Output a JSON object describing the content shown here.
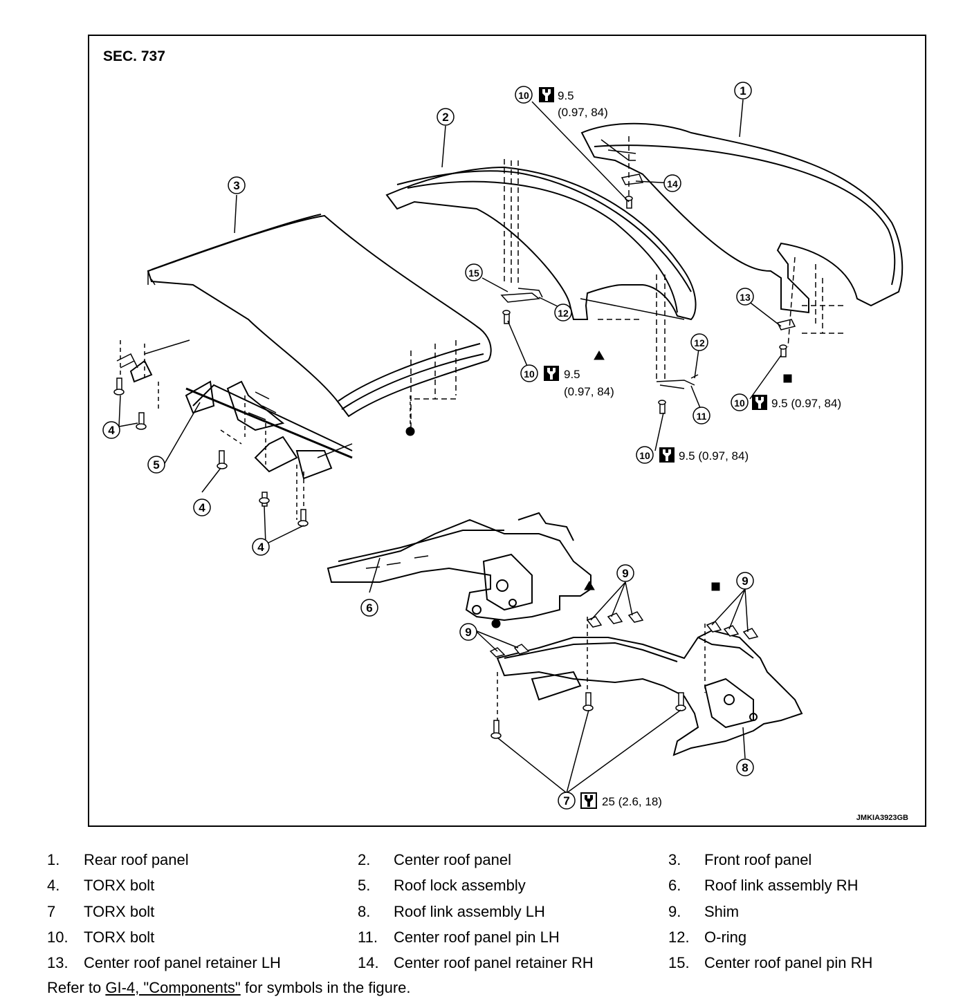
{
  "figure": {
    "section": "SEC. 737",
    "code": "JMKIA3923GB",
    "callouts": [
      {
        "num": "1"
      },
      {
        "num": "2"
      },
      {
        "num": "3"
      },
      {
        "num": "4"
      },
      {
        "num": "4"
      },
      {
        "num": "4"
      },
      {
        "num": "5"
      },
      {
        "num": "6"
      },
      {
        "num": "7"
      },
      {
        "num": "8"
      },
      {
        "num": "9"
      },
      {
        "num": "9"
      },
      {
        "num": "9"
      },
      {
        "num": "10"
      },
      {
        "num": "10"
      },
      {
        "num": "10"
      },
      {
        "num": "10"
      },
      {
        "num": "11"
      },
      {
        "num": "12"
      },
      {
        "num": "12"
      },
      {
        "num": "13"
      },
      {
        "num": "14"
      },
      {
        "num": "15"
      }
    ],
    "torques": {
      "t1_line1": "9.5",
      "t1_line2": "(0.97, 84)",
      "t2_line1": "9.5",
      "t2_line2": "(0.97, 84)",
      "t3": "9.5 (0.97, 84)",
      "t4": "9.5 (0.97, 84)",
      "t5": "25 (2.6, 18)"
    },
    "colors": {
      "line": "#000000",
      "background": "#ffffff"
    }
  },
  "legend": [
    {
      "num": "1.",
      "name": "Rear roof panel"
    },
    {
      "num": "2.",
      "name": "Center roof panel"
    },
    {
      "num": "3.",
      "name": "Front roof panel"
    },
    {
      "num": "4.",
      "name": "TORX bolt"
    },
    {
      "num": "5.",
      "name": "Roof lock assembly"
    },
    {
      "num": "6.",
      "name": "Roof link assembly RH"
    },
    {
      "num": "7",
      "name": "TORX bolt"
    },
    {
      "num": "8.",
      "name": "Roof link assembly LH"
    },
    {
      "num": "9.",
      "name": "Shim"
    },
    {
      "num": "10.",
      "name": "TORX bolt"
    },
    {
      "num": "11.",
      "name": "Center roof panel pin LH"
    },
    {
      "num": "12.",
      "name": "O-ring"
    },
    {
      "num": "13.",
      "name": "Center roof panel retainer LH"
    },
    {
      "num": "14.",
      "name": "Center roof panel retainer RH"
    },
    {
      "num": "15.",
      "name": "Center roof panel pin RH"
    }
  ],
  "refer": {
    "prefix": "Refer to ",
    "link": "GI-4, \"Components\"",
    "suffix": " for symbols in the figure."
  }
}
